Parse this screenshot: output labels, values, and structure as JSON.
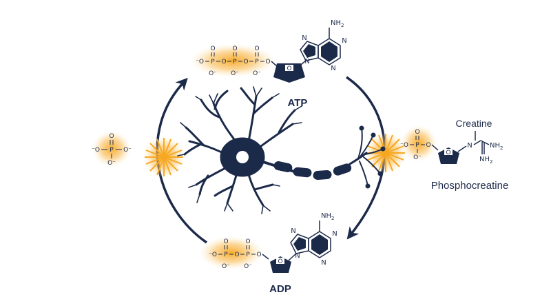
{
  "colors": {
    "navy": "#1c2a4a",
    "glow": "#f7a823",
    "glow_light": "#fde3b0"
  },
  "labels": {
    "atp": "ATP",
    "adp": "ADP",
    "creatine": "Creatine",
    "phosphocreatine": "Phosphocreatine"
  },
  "chem": {
    "phosphate_o": "O",
    "phosphate_p": "P",
    "minus_o": "⁻O",
    "o_minus": "O⁻",
    "n": "N",
    "nh2": "NH",
    "sub2": "2"
  },
  "icons": [
    "neuron-icon",
    "cycle-arrow-icon",
    "energy-burst-icon"
  ]
}
